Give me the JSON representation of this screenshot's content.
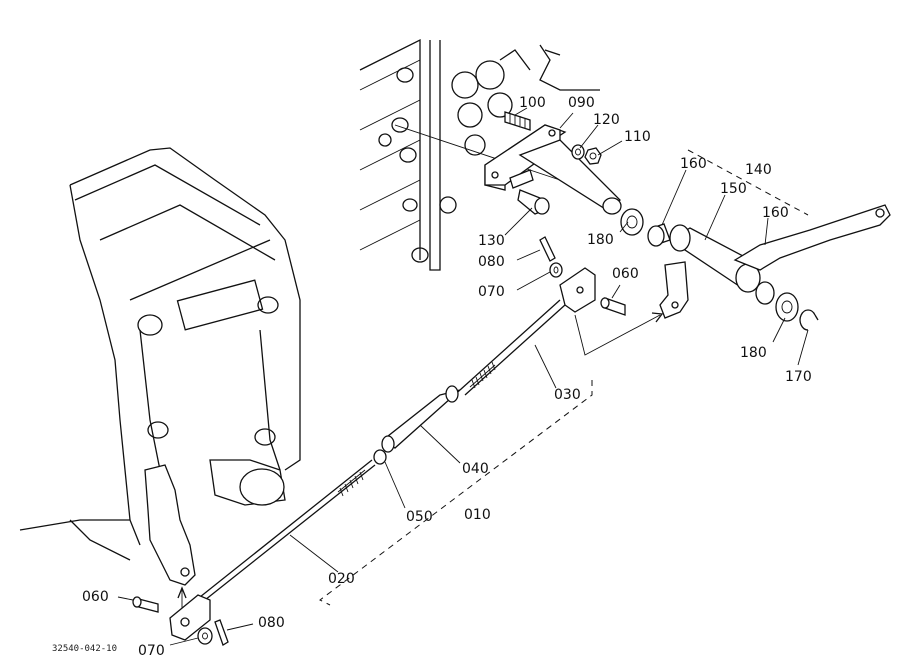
{
  "labels": {
    "p100": "100",
    "p090": "090",
    "p120": "120",
    "p110": "110",
    "p160a": "160",
    "p140": "140",
    "p150": "150",
    "p160b": "160",
    "p130": "130",
    "p180a": "180",
    "p080a": "080",
    "p060a": "060",
    "p070a": "070",
    "p180b": "180",
    "p170": "170",
    "p030": "030",
    "p040": "040",
    "p050": "050",
    "p010": "010",
    "p020": "020",
    "p060b": "060",
    "p080b": "080",
    "p070b": "070"
  },
  "reference_code": "32540-042-10"
}
